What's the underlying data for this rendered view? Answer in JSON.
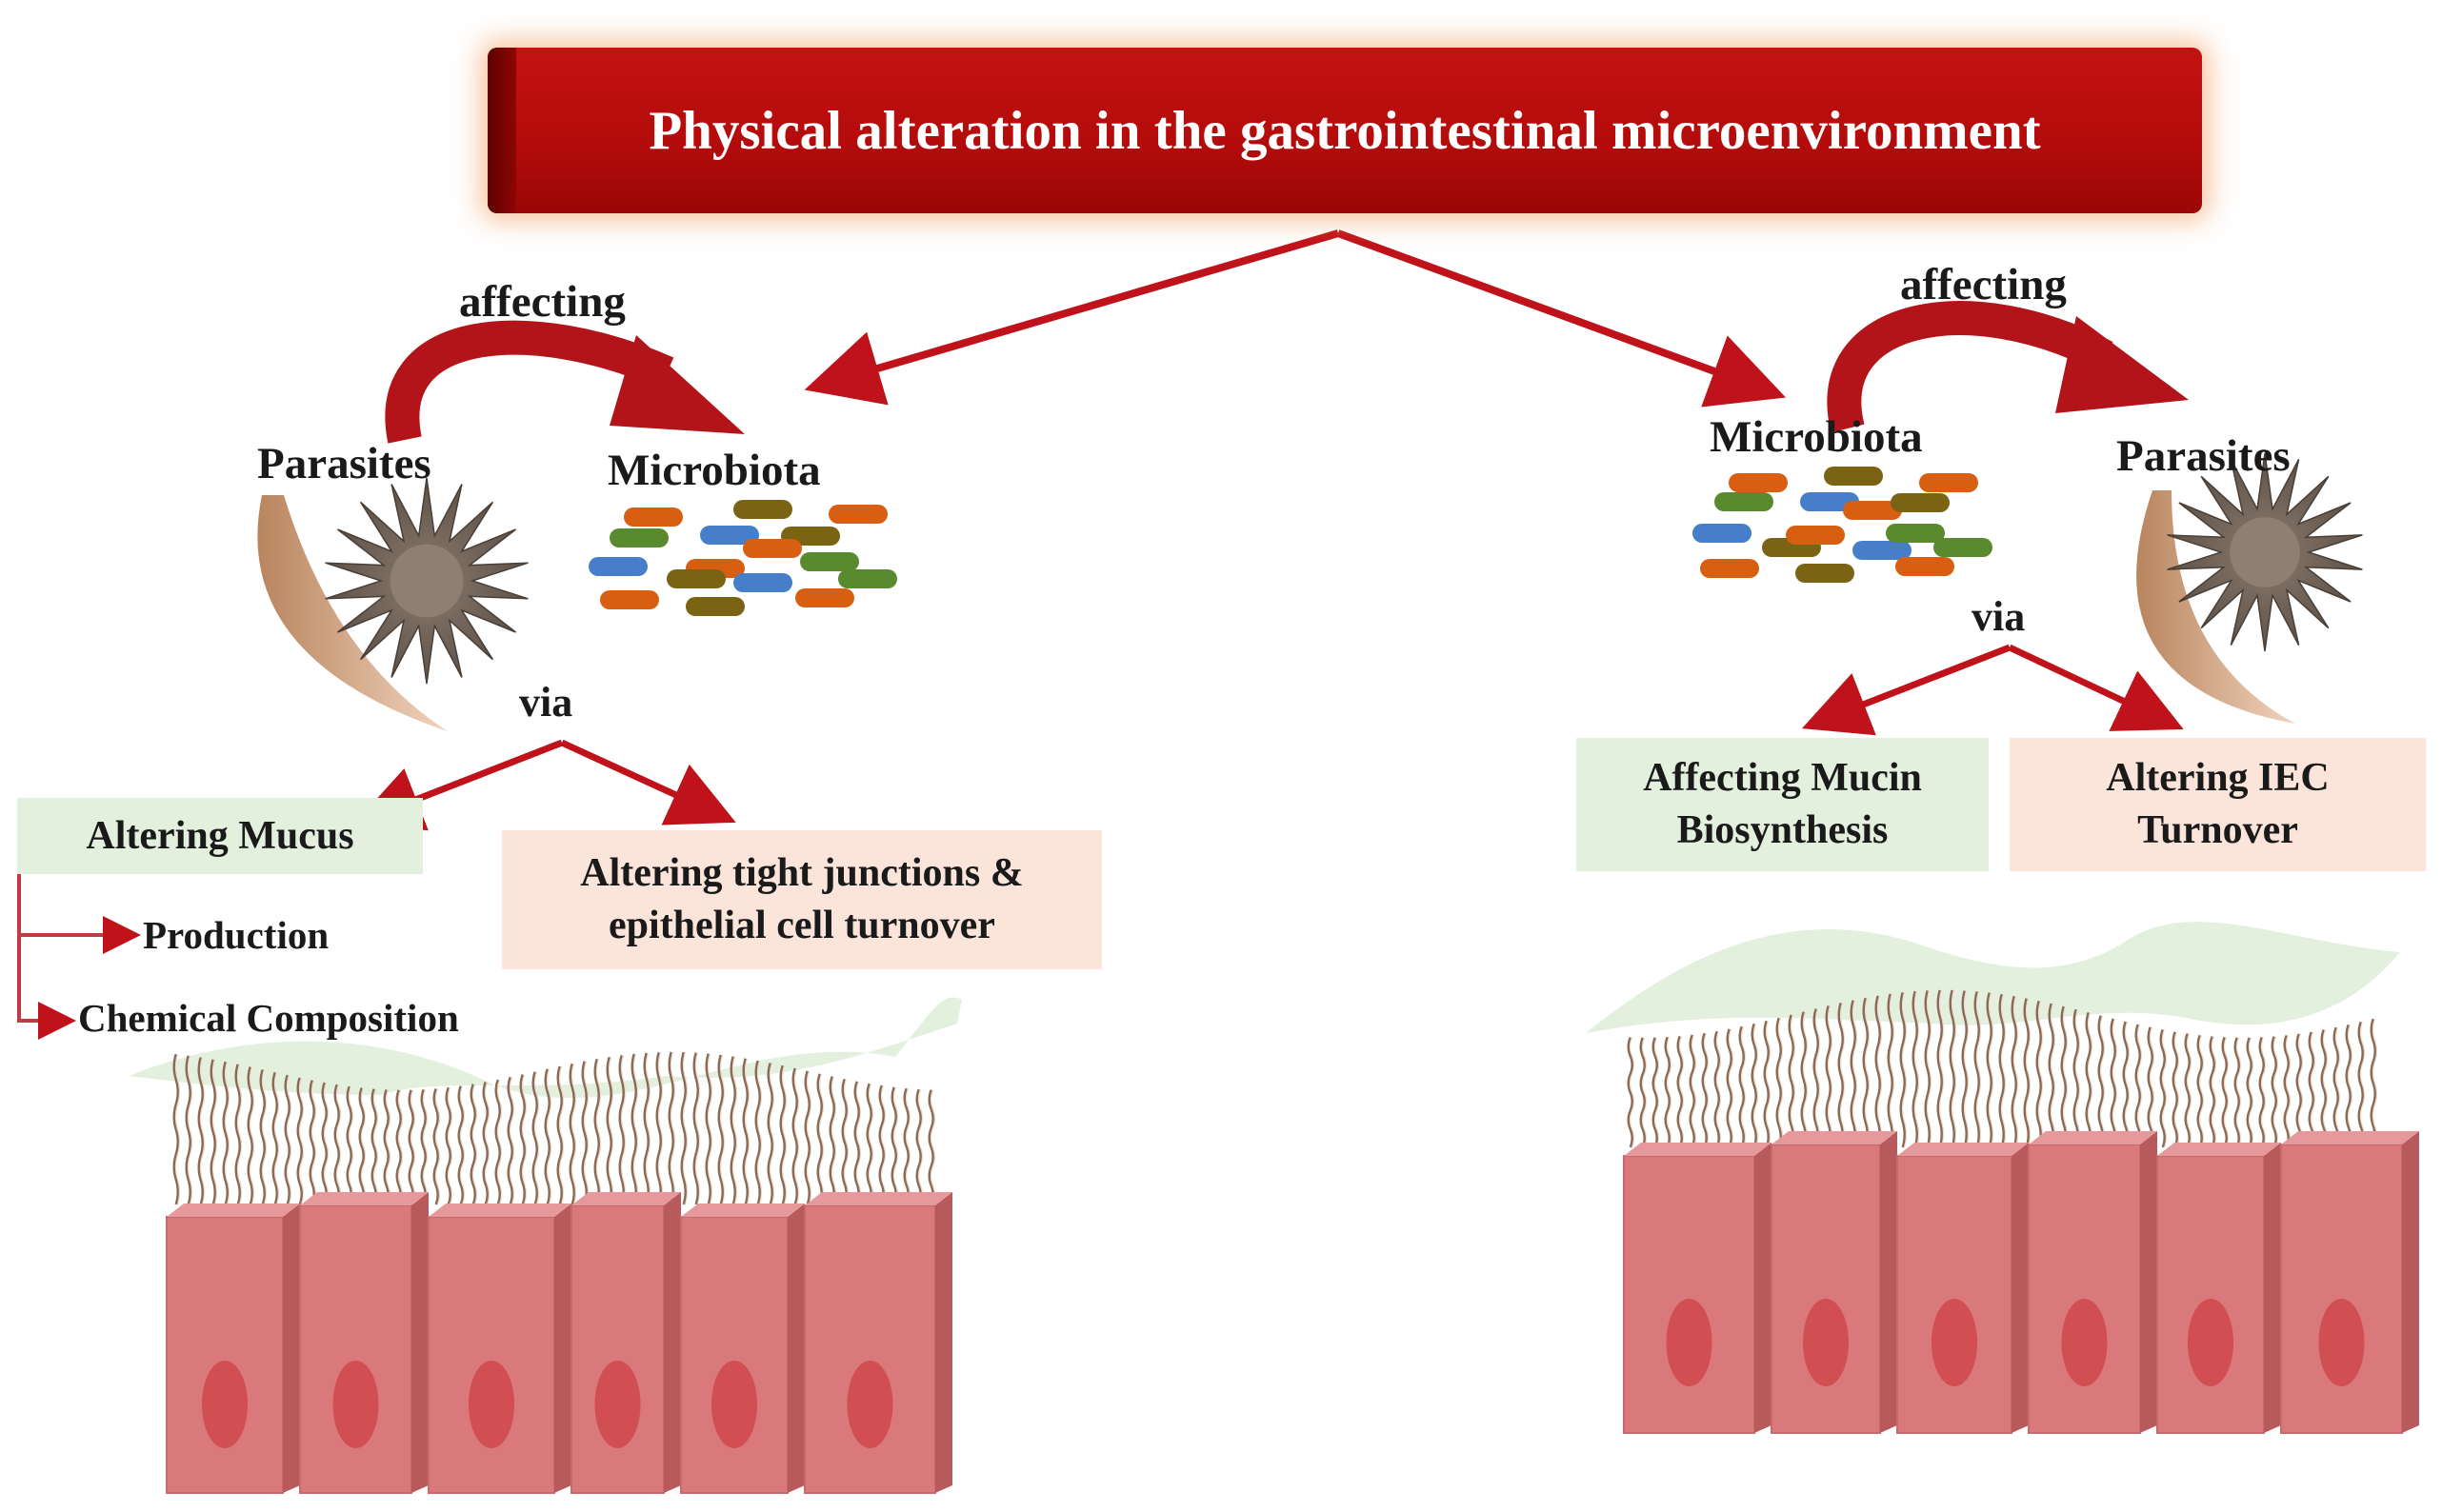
{
  "title": "Physical alteration in the gastrointestinal microenvironment",
  "left": {
    "affecting": "affecting",
    "parasites": "Parasites",
    "microbiota": "Microbiota",
    "via": "via",
    "box_mucus": "Altering Mucus",
    "box_tight_line1": "Altering tight junctions &",
    "box_tight_line2": "epithelial cell turnover",
    "sub_production": "Production",
    "sub_chemical": "Chemical Composition"
  },
  "right": {
    "affecting": "affecting",
    "microbiota": "Microbiota",
    "parasites": "Parasites",
    "via": "via",
    "box_mucin_line1": "Affecting Mucin",
    "box_mucin_line2": "Biosynthesis",
    "box_iec_line1": "Altering IEC",
    "box_iec_line2": "Turnover"
  },
  "colors": {
    "title_red": "#b30b0b",
    "arrow_red": "#c0121a",
    "cell_pink": "#d9797b",
    "nucleus": "#d14e52",
    "mucus_green": "#e3f0de",
    "box_peach": "#fbe5da",
    "bacteria": [
      "#d85f12",
      "#477eca",
      "#5a8a2e",
      "#7a6414"
    ]
  }
}
